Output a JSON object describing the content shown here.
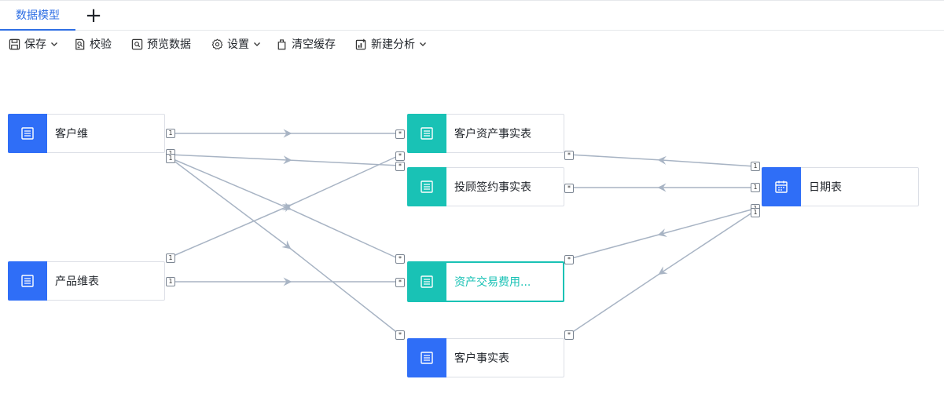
{
  "tabs": {
    "active_label": "数据模型",
    "add_symbol": "+"
  },
  "toolbar": {
    "save": "保存",
    "validate": "校验",
    "preview": "预览数据",
    "settings": "设置",
    "clear_cache": "清空缓存",
    "new_analysis": "新建分析"
  },
  "colors": {
    "blue": "#2f6ef7",
    "teal": "#19c2b5",
    "edge": "#a8b4c4",
    "accent": "#2f6fe4"
  },
  "nodes": {
    "customer_dim": {
      "label": "客户维",
      "color": "blue",
      "icon": "table-icon"
    },
    "product_dim": {
      "label": "产品维表",
      "color": "blue",
      "icon": "table-icon"
    },
    "asset_fact": {
      "label": "客户资产事实表",
      "color": "teal",
      "icon": "table-icon"
    },
    "advisory_fact": {
      "label": "投顾签约事实表",
      "color": "teal",
      "icon": "table-icon"
    },
    "fee_fact": {
      "label": "资产交易费用...",
      "color": "teal",
      "icon": "table-icon"
    },
    "customer_fact": {
      "label": "客户事实表",
      "color": "blue",
      "icon": "table-icon"
    },
    "date_table": {
      "label": "日期表",
      "color": "blue",
      "icon": "calendar-icon"
    }
  },
  "relations": [
    {
      "from": "customer_dim",
      "to": "asset_fact",
      "from_card": "1",
      "to_card": "*"
    },
    {
      "from": "customer_dim",
      "to": "advisory_fact",
      "from_card": "1",
      "to_card": "*"
    },
    {
      "from": "customer_dim",
      "to": "fee_fact",
      "from_card": "1",
      "to_card": "*"
    },
    {
      "from": "customer_dim",
      "to": "customer_fact",
      "from_card": "1",
      "to_card": "*"
    },
    {
      "from": "product_dim",
      "to": "asset_fact",
      "from_card": "1",
      "to_card": "*"
    },
    {
      "from": "product_dim",
      "to": "fee_fact",
      "from_card": "1",
      "to_card": "*"
    },
    {
      "from": "date_table",
      "to": "asset_fact",
      "from_card": "1",
      "to_card": "*"
    },
    {
      "from": "date_table",
      "to": "advisory_fact",
      "from_card": "1",
      "to_card": "*"
    },
    {
      "from": "date_table",
      "to": "fee_fact",
      "from_card": "1",
      "to_card": "*"
    },
    {
      "from": "date_table",
      "to": "customer_fact",
      "from_card": "1",
      "to_card": "*"
    }
  ]
}
